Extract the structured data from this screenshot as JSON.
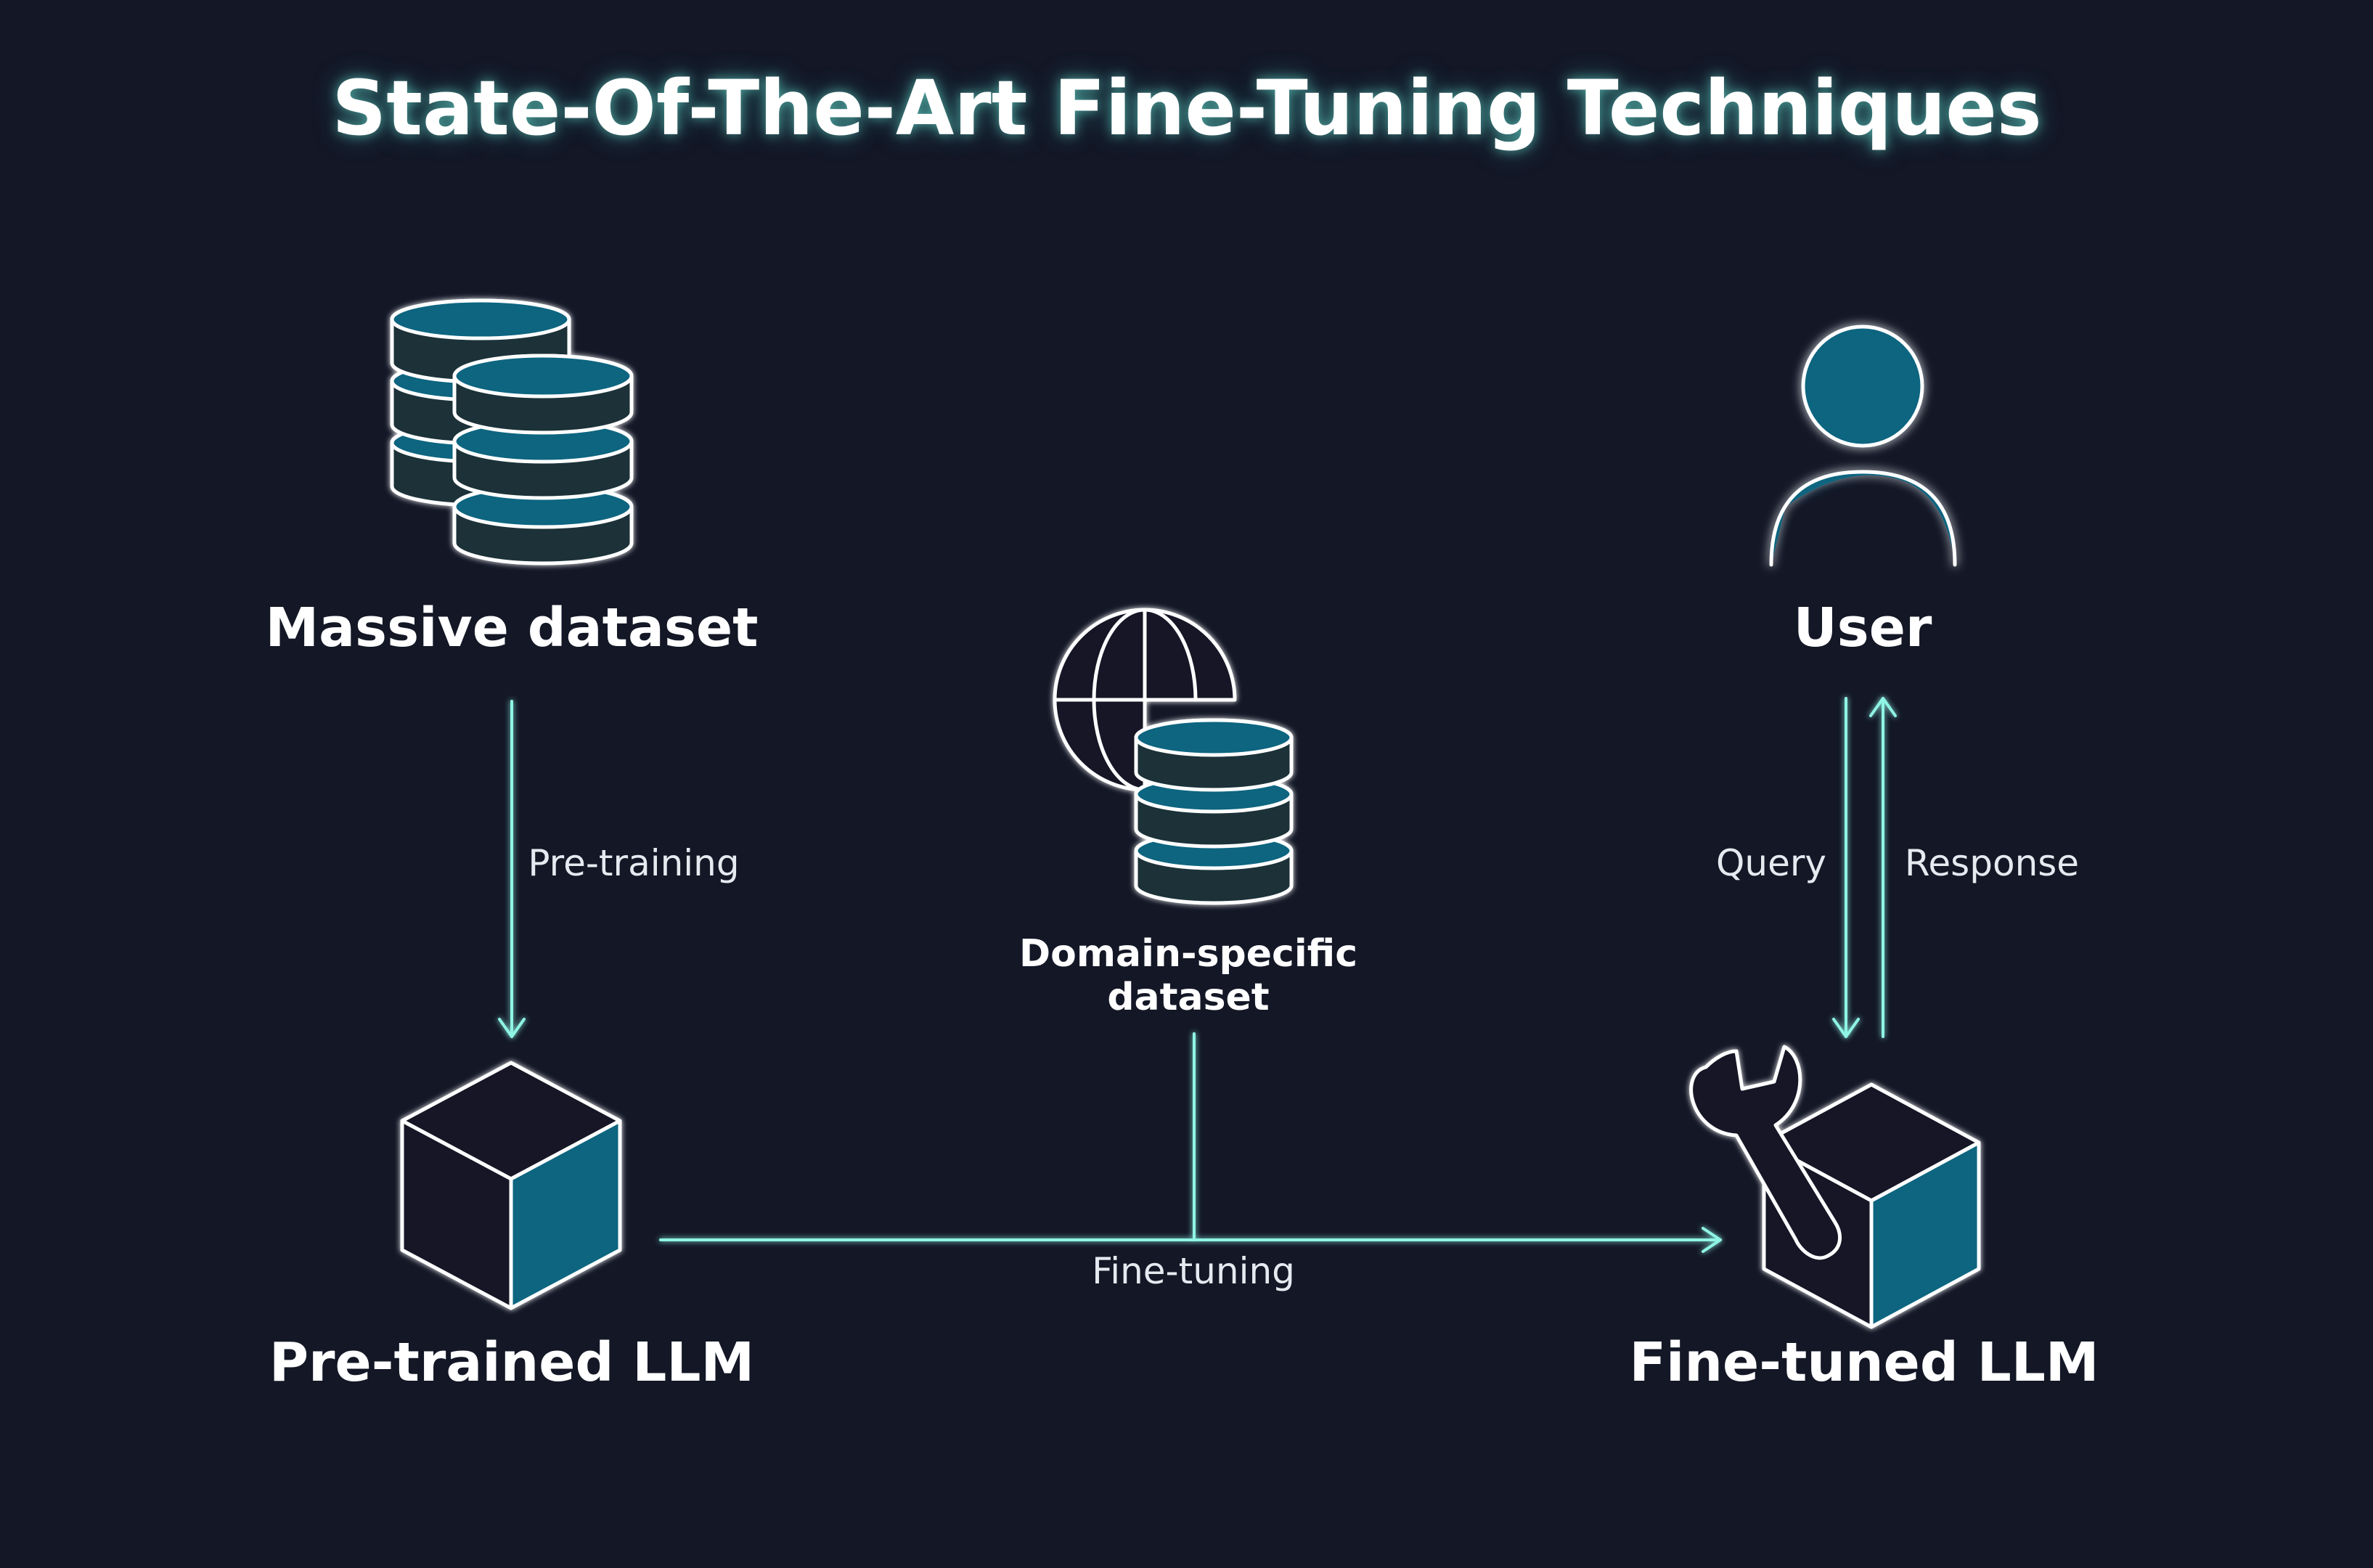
{
  "title": "State-Of-The-Art Fine-Tuning Techniques",
  "nodes": {
    "massive_dataset": {
      "label": "Massive dataset",
      "icon": "database-stack-icon"
    },
    "pretrained_llm": {
      "label": "Pre-trained LLM",
      "icon": "cube-icon"
    },
    "domain_dataset": {
      "label_line1": "Domain-specific",
      "label_line2": "dataset",
      "icon": "globe-database-icon"
    },
    "user": {
      "label": "User",
      "icon": "user-icon"
    },
    "finetuned_llm": {
      "label": "Fine-tuned LLM",
      "icon": "wrench-cube-icon"
    }
  },
  "edges": {
    "pretraining": {
      "label": "Pre-training"
    },
    "finetuning": {
      "label": "Fine-tuning"
    },
    "query": {
      "label": "Query"
    },
    "response": {
      "label": "Response"
    }
  },
  "colors": {
    "background": "#131726",
    "accent_fill": "#0b6580",
    "arrow": "#8ff5e4",
    "text": "#ffffff"
  }
}
